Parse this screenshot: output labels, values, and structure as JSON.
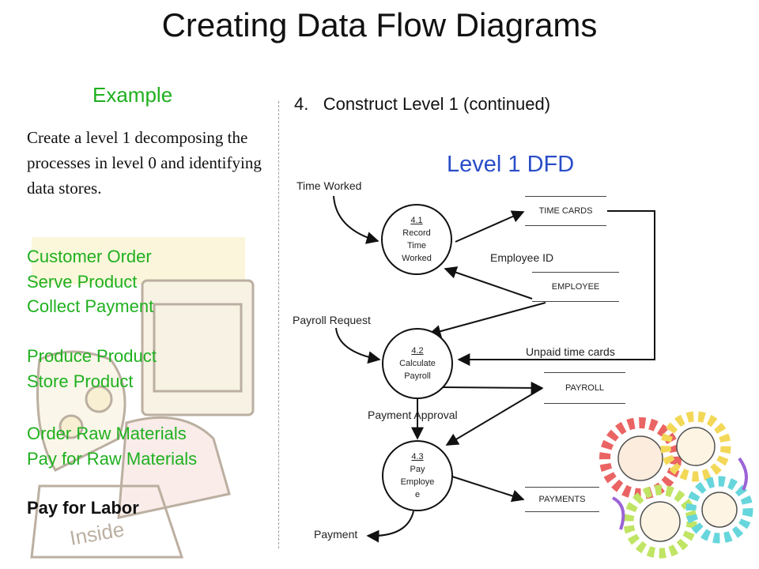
{
  "title": "Creating Data Flow Diagrams",
  "left_panel": {
    "heading": "Example",
    "instructions": "Create a level 1 decomposing the processes in level 0 and identifying data stores.",
    "process_groups": [
      [
        "Customer Order",
        "Serve Product",
        "Collect Payment"
      ],
      [
        "Produce Product",
        "Store Product"
      ],
      [
        "Order Raw Materials",
        "Pay for Raw Materials"
      ]
    ],
    "highlighted_item": "Pay for Labor"
  },
  "right_panel": {
    "step": "4.",
    "step_text": "Construct Level 1 (continued)",
    "diagram_title": "Level 1 DFD",
    "processes": [
      {
        "id": "4.1",
        "lines": [
          "Record",
          "Time",
          "Worked"
        ]
      },
      {
        "id": "4.2",
        "lines": [
          "Calculate",
          "Payroll"
        ]
      },
      {
        "id": "4.3",
        "lines": [
          "Pay",
          "Employe",
          "e"
        ]
      }
    ],
    "data_stores": [
      "TIME CARDS",
      "EMPLOYEE",
      "PAYROLL",
      "PAYMENTS"
    ],
    "flows": {
      "time_worked": "Time Worked",
      "employee_id": "Employee ID",
      "payroll_request": "Payroll Request",
      "unpaid_time_cards": "Unpaid time cards",
      "payment_approval": "Payment Approval",
      "payment": "Payment"
    }
  },
  "colors": {
    "green": "#1fb01f",
    "blue": "#2a4ec8"
  }
}
